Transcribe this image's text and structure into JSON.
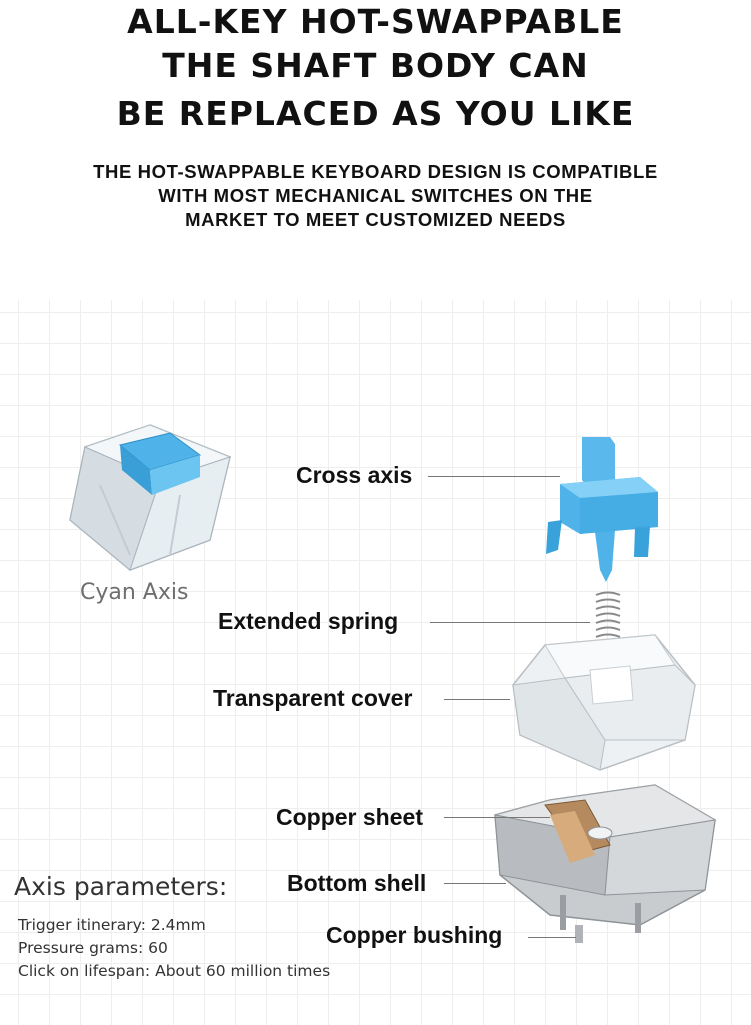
{
  "headline": {
    "line1": "ALL-KEY HOT-SWAPPABLE",
    "line2": "THE SHAFT BODY CAN",
    "line3": "BE REPLACED AS YOU LIKE"
  },
  "subheadline": {
    "line1": "THE HOT-SWAPPABLE KEYBOARD DESIGN IS COMPATIBLE",
    "line2": "WITH MOST MECHANICAL SWITCHES ON THE",
    "line3": "MARKET TO MEET CUSTOMIZED NEEDS"
  },
  "switch_caption": "Cyan Axis",
  "parts": {
    "cross_axis": "Cross axis",
    "extended_spring": "Extended spring",
    "transparent_cover": "Transparent cover",
    "copper_sheet": "Copper sheet",
    "bottom_shell": "Bottom shell",
    "copper_bushing": "Copper bushing"
  },
  "parameters": {
    "title": "Axis parameters:",
    "items": [
      "Trigger itinerary: 2.4mm",
      "Pressure grams: 60",
      "Click on lifespan: About 60 million times"
    ]
  },
  "colors": {
    "stem": "#4fb3ea",
    "grid": "#eeeeee",
    "text": "#111111"
  }
}
